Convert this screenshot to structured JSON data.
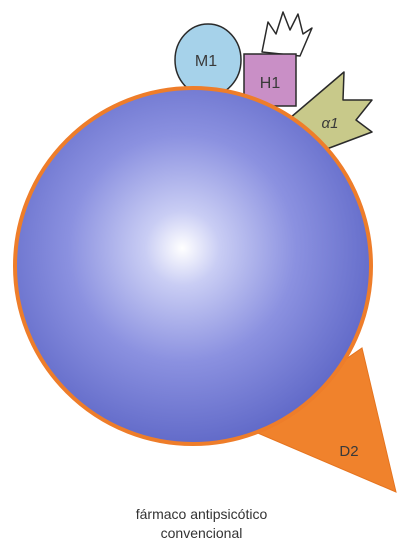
{
  "receptors": {
    "m1": {
      "label": "M1",
      "color": "#a6d2ea"
    },
    "h1": {
      "label": "H1",
      "color": "#c98fc6"
    },
    "alpha1": {
      "label": "α1",
      "color": "#c8c98a"
    },
    "d2": {
      "label": "D2",
      "color": "#f0822c"
    }
  },
  "drug": {
    "sphere_color": "#7f86d8",
    "outline_color": "#ee7d2a"
  },
  "caption": {
    "line1": "fármaco antipsicótico",
    "line2": "convencional"
  }
}
